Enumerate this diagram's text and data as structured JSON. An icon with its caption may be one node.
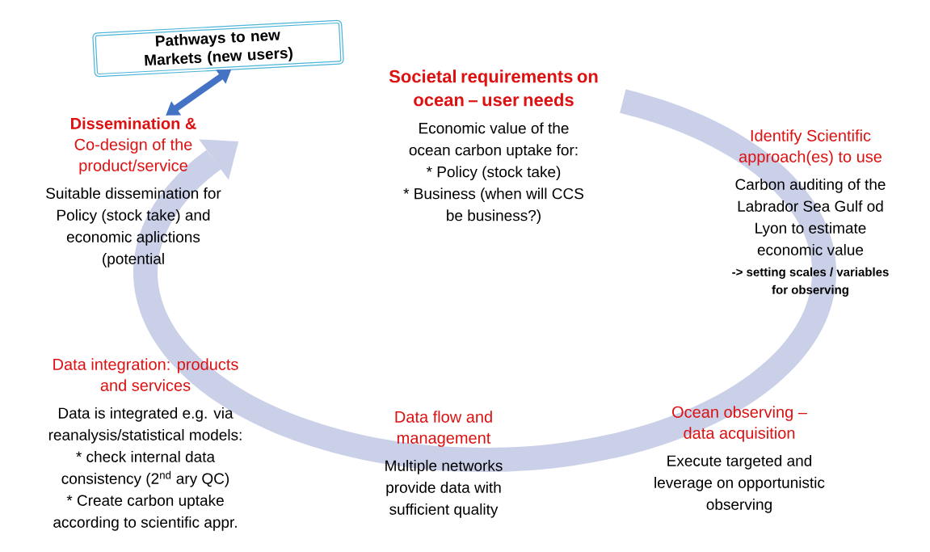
{
  "diagram": {
    "nodes": [
      {
        "text": [
          "Pathways to new Markets (new users)"
        ]
      },
      {
        "text": [
          "**Dissemination &** Co-design of the product/service",
          "Suitable dissemination for Policy (stock take) and economic aplictions (potential"
        ]
      },
      {
        "text": [
          "Societal requirements on ocean – user needs",
          "Economic value of the ocean carbon uptake for:",
          "* Policy (stock take)",
          "* Business (when will CCS be business?)"
        ]
      },
      {
        "text": [
          "Identify Scientific approach(es) to use",
          "Carbon auditing of the Labrador Sea  Gulf od Lyon to estimate economic value",
          "-> setting scales / variables for observing"
        ]
      },
      {
        "text": [
          "Data integration: products and services",
          "Data is integrated e.g. via reanalysis/statistical models:",
          "* check internal data consistency (2$^{nd}$ ary QC)",
          "* Create carbon uptake according to scientific appr."
        ]
      },
      {
        "text": [
          "Data flow and management",
          "Multiple networks provide data with sufficient quality"
        ]
      },
      {
        "text": [
          "Ocean observing – data acquisition",
          "Execute targeted and leverage on opportunistic observing"
        ]
      }
    ],
    "edges": [
      {
        "from": 0,
        "to": 1,
        "arrow": "both",
        "color": "#4472c4"
      },
      {
        "from": 2,
        "to": 1,
        "arrow": "to",
        "style": "thick",
        "color": "#c9d0e8"
      }
    ]
  }
}
